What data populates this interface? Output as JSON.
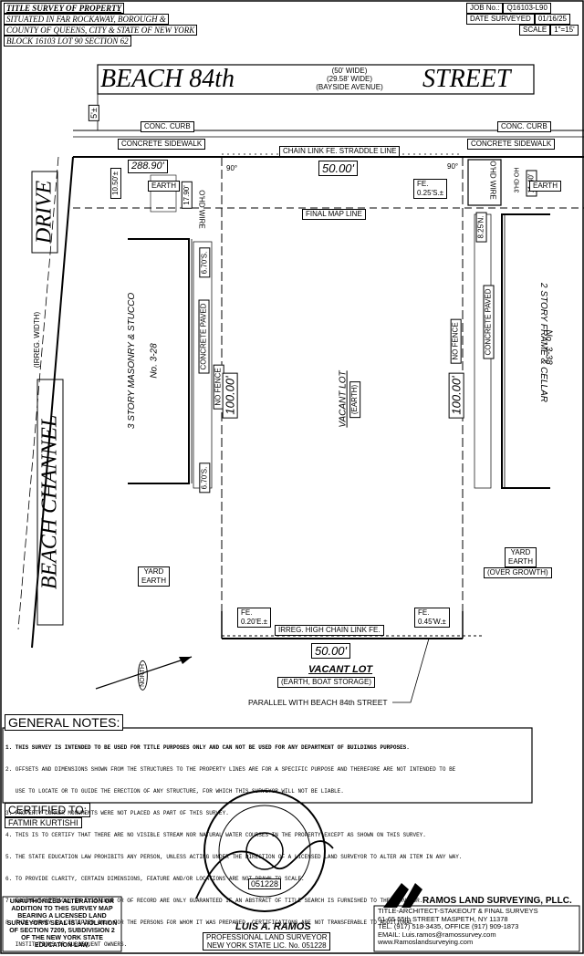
{
  "title_block": {
    "line1": "TITLE SURVEY OF PROPERTY",
    "line2": "SITUATED IN FAR ROCKAWAY, BOROUGH &",
    "line3": "COUNTY OF QUEENS, CITY & STATE OF NEW YORK",
    "line4": "BLOCK 16103 LOT 90 SECTION 62"
  },
  "job_info": {
    "job_label": "JOB No.:",
    "job_value": "Q16103-L90",
    "date_label": "DATE SURVEYED",
    "date_value": "01/16/25",
    "scale_label": "SCALE",
    "scale_value": "1\"=15'"
  },
  "street": {
    "name_left": "BEACH 84th",
    "name_right": "STREET",
    "width1": "(50' WIDE)",
    "width2": "(29.58' WIDE)",
    "width3": "(BAYSIDE AVENUE)",
    "dim_5": "5'±"
  },
  "drive": {
    "name_upper": "DRIVE",
    "name_lower": "BEACH CHANNEL",
    "width": "(IRREG. WIDTH)"
  },
  "labels": {
    "conc_curb_left": "CONC. CURB",
    "conc_curb_right": "CONC. CURB",
    "sidewalk_left": "CONCRETE SIDEWALK",
    "sidewalk_right": "CONCRETE SIDEWALK",
    "chain_link_top": "CHAIN LINK FE. STRADDLE LINE",
    "dim_288": "288.90'",
    "dim_50_top": "50.00'",
    "dim_1050": "10.50'±",
    "earth_left": "EARTH",
    "dim_1790": "17.90'",
    "ohd_wire_left": "O'HD WIRE",
    "angle_left": "90°",
    "angle_right": "90°",
    "fe_025": "FE.",
    "fe_025_val": "0.25'S.±",
    "ohd_wire_right": "O'HD WIRE",
    "dim_3h": "3'HD OH",
    "dim_1140": "11.40'",
    "earth_right": "EARTH",
    "final_map_line": "FINAL MAP LINE",
    "dim_825": "8.25'N.",
    "dim_670_top": "6.70'S.",
    "dim_670_bottom": "6.70'S.",
    "concrete_paved_left": "CONCRETE PAVED",
    "no_fence_left": "NO FENCE",
    "no_fence_right": "NO FENCE",
    "concrete_paved_right": "CONCRETE PAVED",
    "dim_100_left": "100.00'",
    "dim_100_right": "100.00'",
    "vacant_lot": "VACANT LOT",
    "vacant_earth": "(EARTH)",
    "bldg_left": "3 STORY MASONRY & STUCCO",
    "bldg_left_no": "No. 3-28",
    "bldg_right": "2 STORY FRAME & CELLAR",
    "bldg_right_no": "No. 3-38",
    "yard_left": "YARD",
    "yard_left_earth": "EARTH",
    "yard_right": "YARD",
    "yard_right_earth": "EARTH",
    "over_growth": "(OVER GROWTH)",
    "fe_020": "FE.",
    "fe_020_val": "0.20'E.±",
    "fe_045": "FE.",
    "fe_045_val": "0.45'W.±",
    "irreg_fence": "IRREG. HIGH CHAIN LINK FE.",
    "dim_50_bottom": "50.00'",
    "vacant_lot_bottom": "VACANT LOT",
    "vacant_bottom_sub": "(EARTH, BOAT STORAGE)",
    "parallel": "PARALLEL WITH BEACH 84th STREET",
    "north": "NORTH"
  },
  "general_notes": {
    "heading": "GENERAL NOTES:",
    "items": [
      "1. THIS SURVEY IS INTENDED TO BE USED FOR TITLE PURPOSES ONLY AND CAN NOT BE USED FOR ANY DEPARTMENT OF BUILDINGS PURPOSES.",
      "2. OFFSETS AND DIMENSIONS SHOWN FROM THE STRUCTURES TO THE PROPERTY LINES ARE FOR A SPECIFIC PURPOSE AND THEREFORE ARE NOT INTENDED TO BE",
      "   USE TO LOCATE OR TO GUIDE THE ERECTION OF ANY STRUCTURE, FOR WHICH THIS SURVEYOR WILL NOT BE LIABLE.",
      "3. PROPERTY CORNER MONUMENTS WERE NOT PLACED AS PART OF THIS SURVEY.",
      "4. THIS IS TO CERTIFY THAT THERE ARE NO VISIBLE STREAM NOR NATURAL WATER COURSES IN THE PROPERTY EXCEPT AS SHOWN ON THIS SURVEY.",
      "5. THE STATE EDUCATION LAW PROHIBITS ANY PERSON, UNLESS ACTING UNDER THE DIRECTION OF A LICENSED LAND SURVEYOR TO ALTER AN ITEM IN ANY WAY.",
      "6. TO PROVIDE CLARITY, CERTAIN DIMENSIONS, FEATURE AND/OR LOCATIONS ARE NOT DRAWN TO SCALE.",
      "7. EASEMENT/SETBACKS IN EXISTENCE OR OF RECORD ARE ONLY GUARANTEED IF AN ABSTRACT OF TITLE SEARCH IS FURNISHED TO THE SURVEYOR.",
      "8. THIS SURVEY IS CERTIFIED ONLY FOR THE PERSONS FOR WHOM IT WAS PREPARED, CERTIFICATIONS ARE NOT TRANSFERABLE TO ADDITIONAL",
      "   INSTITUTIONS OR SUBSEQUENT OWNERS."
    ]
  },
  "certified": {
    "heading": "CERTIFIED TO:",
    "name": "FATMIR KURTISHI"
  },
  "unauthorized": {
    "text": "UNAUTHORIZED ALTERATION OR ADDITION TO THIS SURVEY MAP BEARING A LICENSED LAND SURVEYOR'S SEAL IS A VIOLATION OF SECTION 7209, SUBDIVISION 2 OF THE NEW YORK STATE EDUCATION LAW."
  },
  "seal": {
    "number": "051228"
  },
  "surveyor": {
    "name": "LUIS A. RAMOS",
    "title": "PROFESSIONAL LAND SURVEYOR",
    "license": "NEW YORK STATE LIC. No. 051228"
  },
  "company": {
    "name": "RAMOS LAND SURVEYING, PLLC.",
    "services": "TITLE-ARCHITECT-STAKEOUT & FINAL SURVEYS",
    "address": "61-65 55th STREET MASPETH, NY 11378",
    "phone": "TEL. (917) 518-3435,   OFFICE (917) 909-1873",
    "email": "EMAIL: Luis.ramos@ramossurvey.com",
    "web": "www.Ramoslandsurveying.com"
  }
}
